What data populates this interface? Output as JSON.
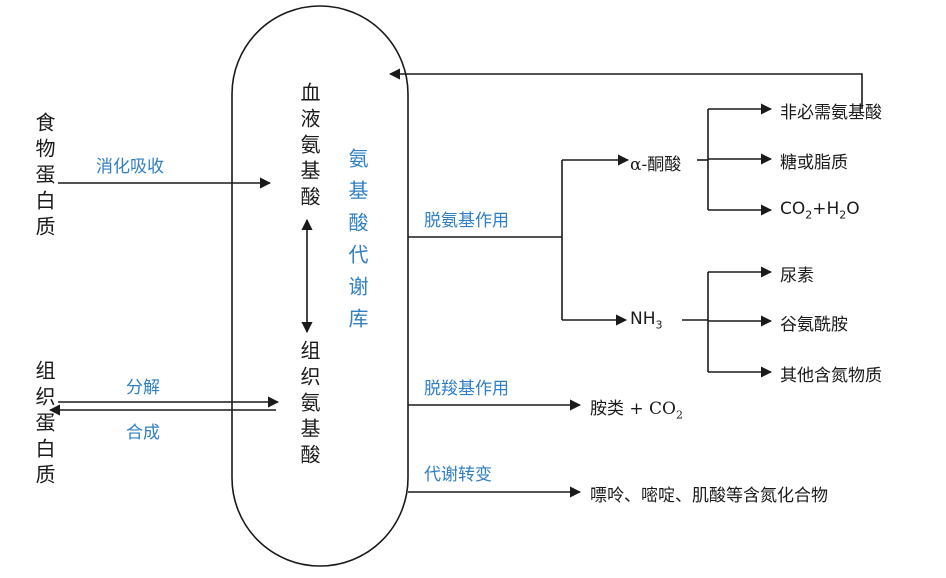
{
  "left": {
    "food_protein": "食物蛋白质",
    "tissue_protein": "组织蛋白质",
    "digest_absorb": "消化吸收",
    "decompose": "分解",
    "synthesize": "合成"
  },
  "pool": {
    "blood_amino_acid": "血液氨基酸",
    "tissue_amino_acid": "组织氨基酸",
    "metabolic_pool": "氨基酸代谢库"
  },
  "pathways": {
    "deamination": "脱氨基作用",
    "decarboxylation": "脱羧基作用",
    "conversion": "代谢转变"
  },
  "products": {
    "keto_acid": "α-酮酸",
    "nonessential": "非必需氨基酸",
    "sugar_fat": "糖或脂质",
    "co2": "CO",
    "co2_sub": "2",
    "plus_h2o": "+H",
    "h2o_sub": "2",
    "h2o_o": "O",
    "nh": "NH",
    "nh_sub": "3",
    "urea": "尿素",
    "glutamine": "谷氨酰胺",
    "other_n": "其他含氮物质",
    "amines": "胺类 + CO",
    "amines_sub": "2",
    "purine": "嘌呤、嘧啶、肌酸等含氮化合物"
  },
  "colors": {
    "line": "#1a1a1a",
    "label_blue": "#2f7fc4"
  }
}
